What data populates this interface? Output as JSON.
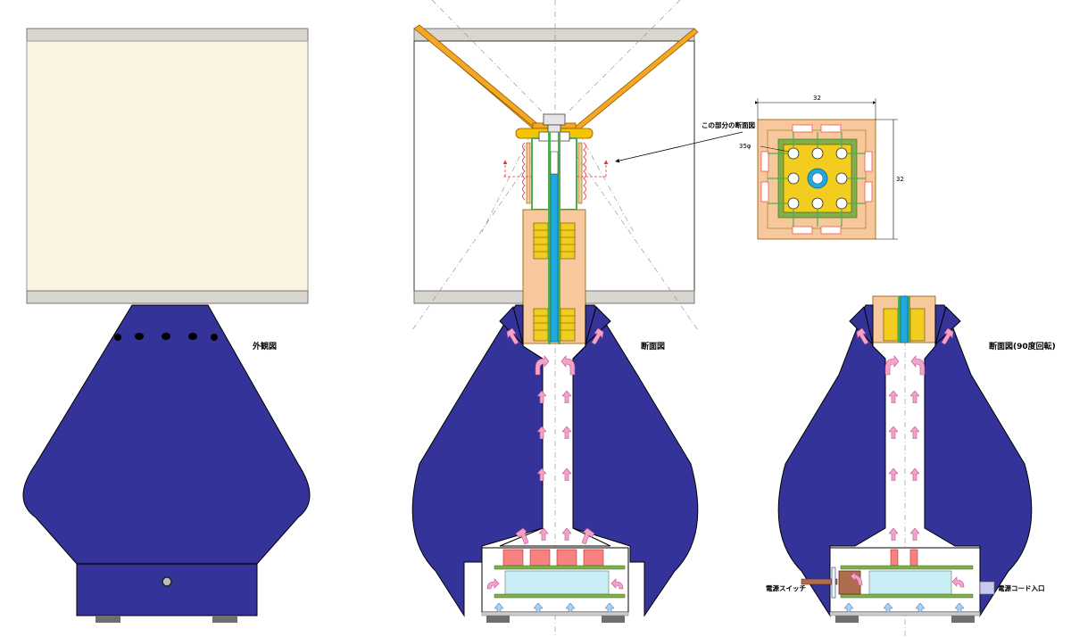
{
  "labels": {
    "exterior_view": "外観図",
    "cross_section": "断面図",
    "cross_section_rotated": "断面図(90度回転)",
    "section_callout": "この部分の断面図",
    "diameter_note": "35φ",
    "dim_width": "32",
    "dim_height": "32",
    "power_switch": "電源スイッチ",
    "cord_inlet": "電源コード入口"
  },
  "colors": {
    "body_navy": "#333399",
    "shade_cream": "#FBF3E2",
    "shade_rim": "#D8D6CE",
    "frame_orange": "#F5A623",
    "frame_outline": "#8B5A00",
    "wood_peach": "#F7C89C",
    "pipe_blue": "#21A9E1",
    "yellow_block": "#F2CC1F",
    "arrow_pink": "#F4A3C8",
    "heater_red": "#F78080",
    "base_green": "#7FB04A",
    "base_lightblue": "#C9EEF5",
    "foot_grey": "#6F6F6F",
    "switch_brown": "#B06C4E",
    "inlet_lavender": "#C9C9F0"
  },
  "icons": [
    "up-arrow-icon",
    "curved-arrow-icon",
    "heater-element-icon",
    "vent-hole-icon",
    "power-switch-icon"
  ]
}
